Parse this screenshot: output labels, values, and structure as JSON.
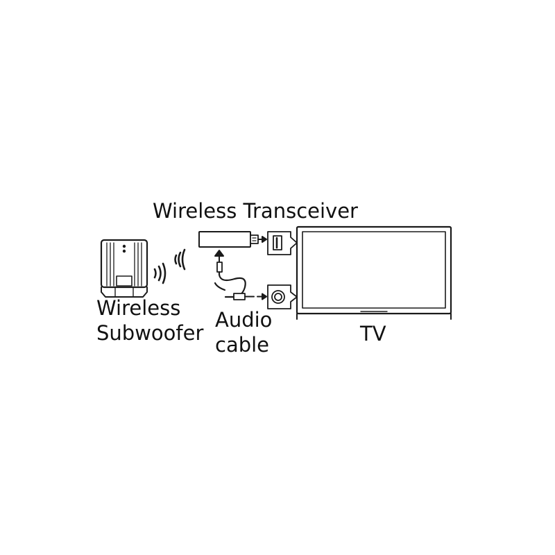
{
  "labels": {
    "transceiver": "Wireless Transceiver",
    "subwoofer_line1": "Wireless",
    "subwoofer_line2": "Subwoofer",
    "audio_line1": "Audio",
    "audio_line2": "cable",
    "tv": "TV"
  },
  "colors": {
    "stroke": "#1a1a1a",
    "fill": "#ffffff",
    "text": "#111111"
  },
  "icons": {
    "subwoofer": "subwoofer-icon",
    "wireless_signal": "wireless-signal-icon",
    "transceiver": "usb-transceiver-icon",
    "usb_port": "usb-port-icon",
    "audio_jack": "audio-jack-icon",
    "tv": "tv-icon"
  }
}
